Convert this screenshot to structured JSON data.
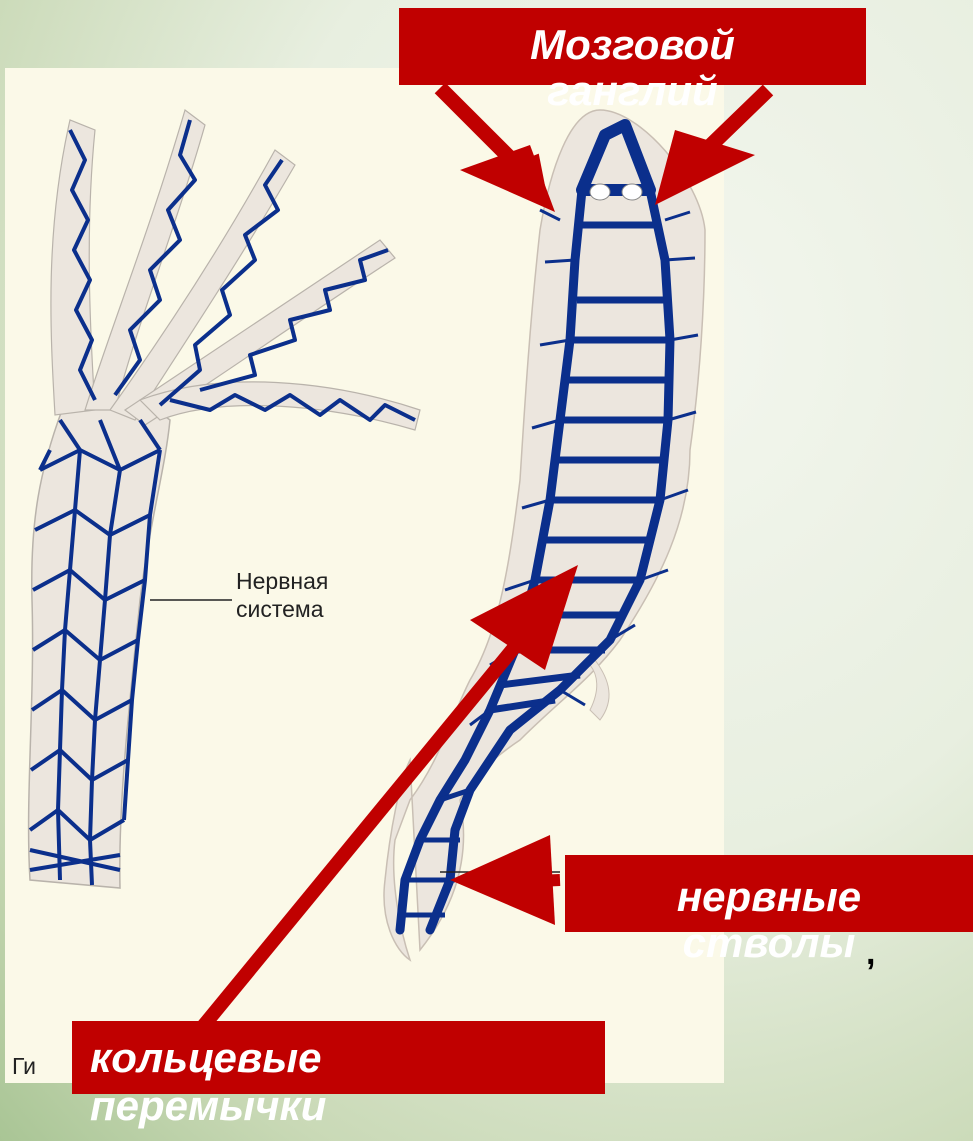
{
  "labels": {
    "brain_ganglion": {
      "line1": "Мозговой",
      "line2": "ганглий"
    },
    "nerve_trunks": {
      "line1": "нервные",
      "line2": "стволы",
      "trailing": ","
    },
    "ring_commissures": {
      "line1": "кольцевые",
      "line2": "перемычки"
    }
  },
  "figure": {
    "hydra_label_line1": "Нервная",
    "hydra_label_line2": "система",
    "caption_fragment": "Ги"
  },
  "colors": {
    "label_bg": "#c00000",
    "arrow": "#c00000",
    "nerve": "#0b2f8c",
    "body_fill": "#ece6de",
    "panel": "#fbf9e8"
  }
}
